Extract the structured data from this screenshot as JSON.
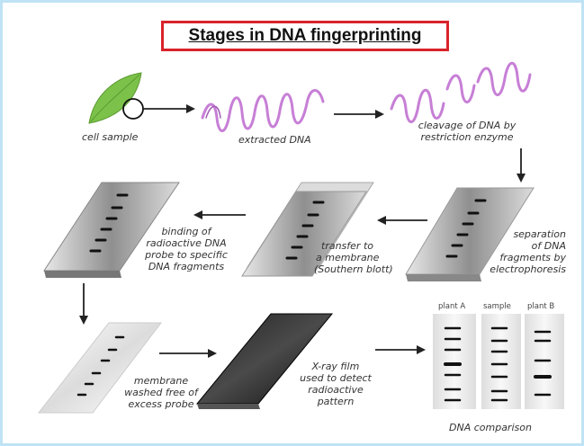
{
  "title": "Stages in DNA fingerprinting",
  "labels": {
    "cell_sample": "cell sample",
    "extracted_dna": "extracted DNA",
    "cleavage_1": "cleavage of DNA by",
    "cleavage_2": "restriction enzyme",
    "separation_1": "separation",
    "separation_2": "of DNA",
    "separation_3": "fragments by",
    "separation_4": "electrophoresis",
    "transfer_1": "transfer to",
    "transfer_2": "a membrane",
    "transfer_3": "(Southern blott)",
    "binding_1": "binding of",
    "binding_2": "radioactive DNA",
    "binding_3": "probe to specific",
    "binding_4": "DNA fragments",
    "washed_1": "membrane",
    "washed_2": "washed free of",
    "washed_3": "excess probe",
    "xray_1": "X-ray film",
    "xray_2": "used to detect",
    "xray_3": "radioactive",
    "xray_4": "pattern",
    "comparison": "DNA comparison"
  },
  "lanes": [
    "plant A",
    "sample",
    "plant B"
  ],
  "colors": {
    "frame": "#bfe3f5",
    "title_border": "#d9232a",
    "leaf": "#7cc24a",
    "dna": "#c77fd6",
    "arrow": "#222222"
  }
}
